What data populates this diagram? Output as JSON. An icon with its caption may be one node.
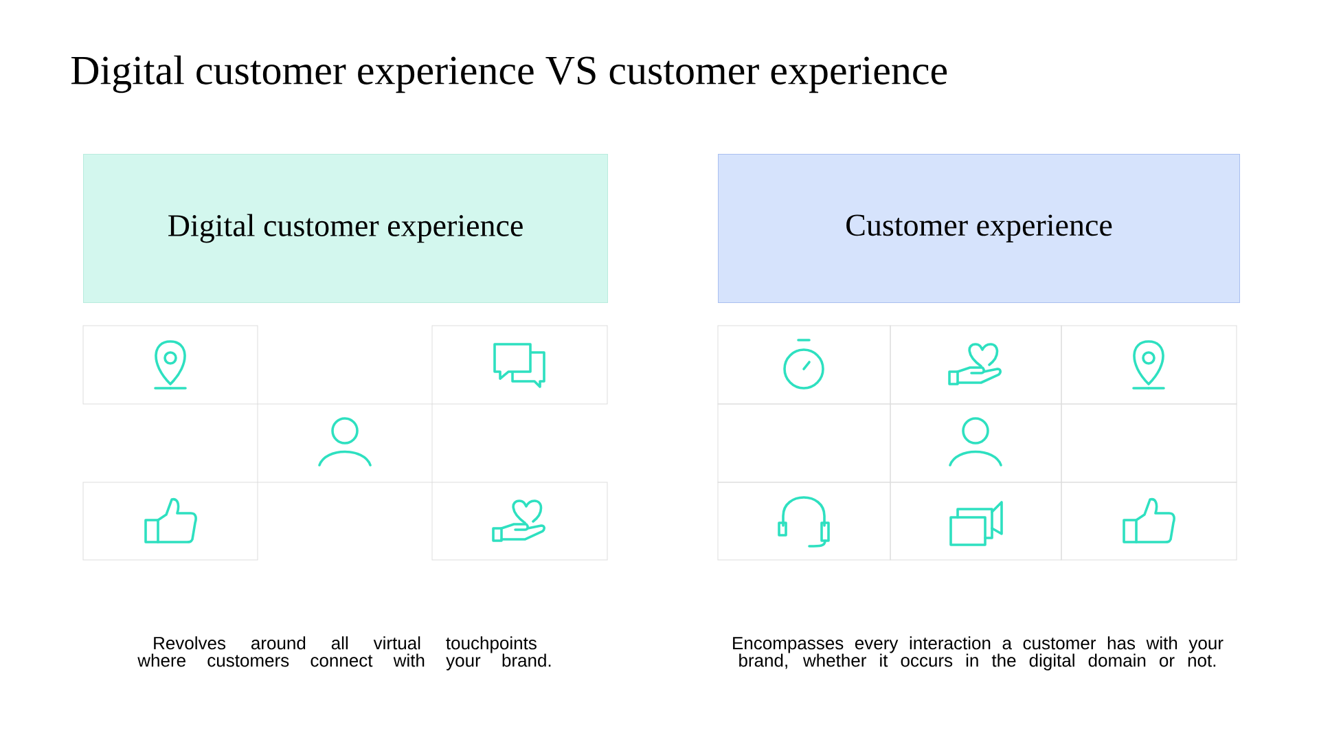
{
  "diagram": {
    "title": "Digital customer experience VS customer experience",
    "nodes": [
      {
        "text": [
          "Digital customer experience"
        ]
      },
      {
        "text": [
          "Customer experience"
        ]
      }
    ],
    "labels": [
      "Revolves around all virtual touchpoints where customers connect with your brand.",
      "Encompasses every interaction a customer has with your brand, whether it occurs in the digital domain or not."
    ]
  }
}
